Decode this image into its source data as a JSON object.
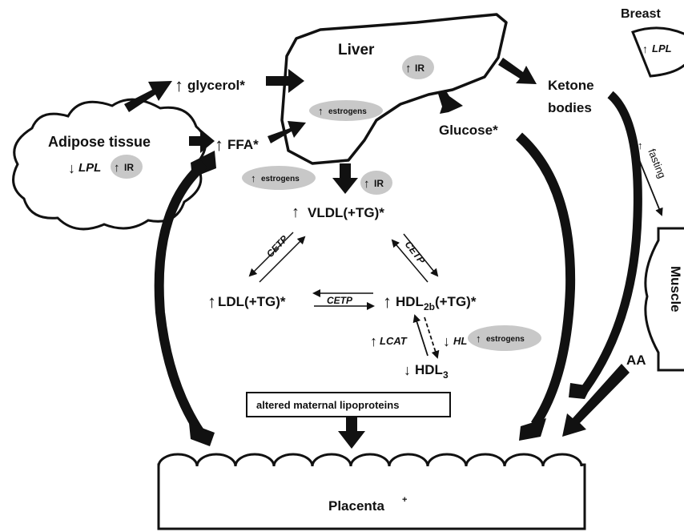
{
  "colors": {
    "ink": "#111111",
    "bubble": "#c8c8c8",
    "background": "#ffffff"
  },
  "nodes": {
    "liver": {
      "label": "Liver",
      "badge_arrow": "↑",
      "badge_ir": "IR",
      "badge_estrogens": "estrogens"
    },
    "adipose": {
      "label": "Adipose tissue",
      "lpl_arrow": "↓",
      "lpl": "LPL",
      "badge_ir": "IR"
    },
    "breast": {
      "label": "Breast",
      "lpl": "LPL"
    },
    "muscle": {
      "label": "Muscle"
    },
    "placenta": {
      "label": "Placenta",
      "sup": "+"
    },
    "glycerol": {
      "label": "glycerol*"
    },
    "ffa": {
      "label": "FFA*"
    },
    "glucose": {
      "label": "Glucose*"
    },
    "ketone": {
      "line1": "Ketone",
      "line2": "bodies"
    },
    "vldl": {
      "label": "VLDL(+TG)*"
    },
    "ldl": {
      "label": "LDL(+TG)*"
    },
    "hdl2b": {
      "main": "HDL",
      "sub": "2b",
      "tail": "(+TG)*"
    },
    "hdl3": {
      "main": "HDL",
      "sub": "3"
    },
    "aa": {
      "label": "AA"
    },
    "altered": {
      "label": "altered maternal lipoproteins"
    }
  },
  "edges": {
    "cetp": "CETP",
    "lcat": "LCAT",
    "hl": "HL",
    "fasting": "fasting",
    "estrogens": "estrogens",
    "ir": "IR",
    "up": "↑",
    "down": "↓"
  }
}
